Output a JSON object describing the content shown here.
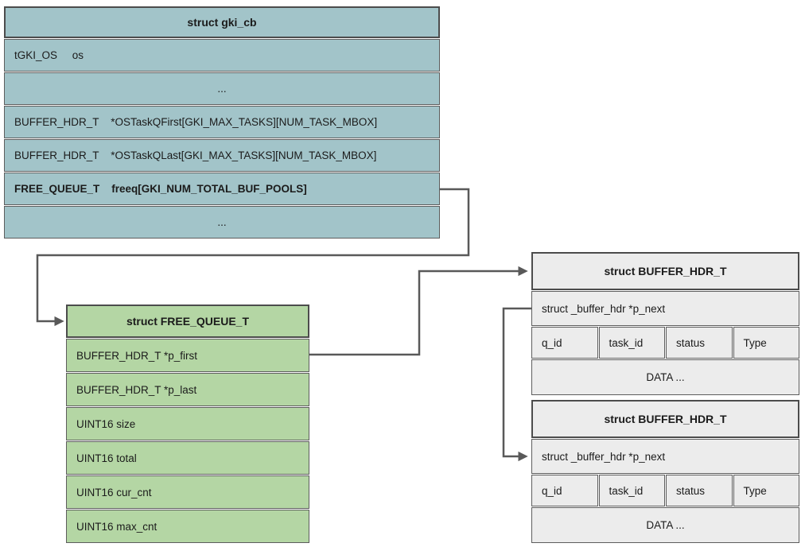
{
  "colors": {
    "teal_fill": "#a2c4c9",
    "green_fill": "#b4d6a4",
    "gray_fill": "#ececec",
    "line": "#595959"
  },
  "tables": {
    "gki_cb": {
      "header": "struct gki_cb",
      "rows": [
        "tGKI_OS     os",
        "...",
        "BUFFER_HDR_T    *OSTaskQFirst[GKI_MAX_TASKS][NUM_TASK_MBOX]",
        "BUFFER_HDR_T    *OSTaskQLast[GKI_MAX_TASKS][NUM_TASK_MBOX]",
        "FREE_QUEUE_T    freeq[GKI_NUM_TOTAL_BUF_POOLS]",
        "..."
      ]
    },
    "free_queue_t": {
      "header": "struct FREE_QUEUE_T",
      "rows": [
        "BUFFER_HDR_T *p_first",
        "BUFFER_HDR_T *p_last",
        "UINT16 size",
        "UINT16 total",
        "UINT16 cur_cnt",
        "UINT16 max_cnt"
      ]
    },
    "buffer_hdr_t": [
      {
        "header": "struct BUFFER_HDR_T",
        "p_next": "struct _buffer_hdr *p_next",
        "fields": [
          "q_id",
          "task_id",
          "status",
          "Type"
        ],
        "data": "DATA ..."
      },
      {
        "header": "struct BUFFER_HDR_T",
        "p_next": "struct _buffer_hdr *p_next",
        "fields": [
          "q_id",
          "task_id",
          "status",
          "Type"
        ],
        "data": "DATA ..."
      }
    ]
  },
  "connections": [
    {
      "from": "gki_cb.freeq",
      "to": "free_queue_t.header"
    },
    {
      "from": "free_queue_t.p_first",
      "to": "buffer_hdr_t.0.header"
    },
    {
      "from": "buffer_hdr_t.0.p_next",
      "to": "buffer_hdr_t.1.p_next"
    }
  ]
}
